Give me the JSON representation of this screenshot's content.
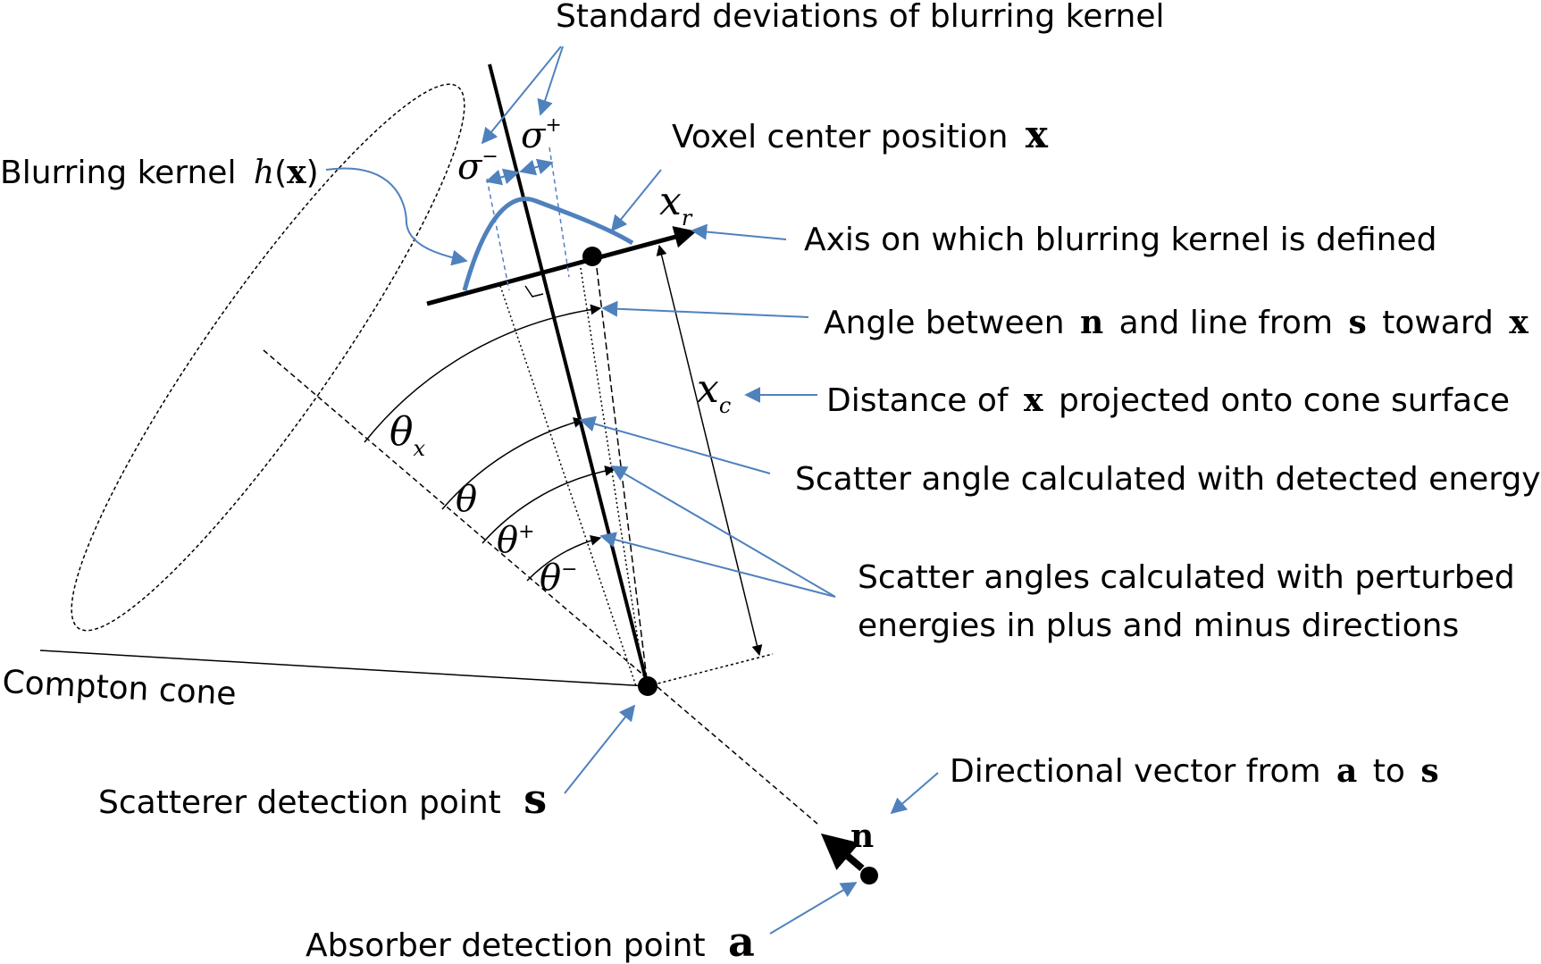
{
  "labels": {
    "std_dev": "Standard deviations of blurring kernel",
    "voxel_center": "Voxel center position",
    "voxel_center_sym": "x",
    "blurring_kernel": "Blurring kernel",
    "blurring_kernel_fn": "h",
    "blurring_kernel_arg": "x",
    "axis_defined": "Axis on which blurring kernel is defined",
    "angle_between_1": "Angle between",
    "angle_between_n": "n",
    "angle_between_2": "and line from",
    "angle_between_s": "s",
    "angle_between_3": "toward",
    "angle_between_x": "x",
    "distance_1": "Distance of",
    "distance_x": "x",
    "distance_2": "projected onto cone surface",
    "scatter_detected": "Scatter angle calculated with detected energy",
    "scatter_perturbed_1": "Scatter angles calculated with perturbed",
    "scatter_perturbed_2": "energies in plus and minus directions",
    "compton_cone": "Compton cone",
    "scatterer_point": "Scatterer detection point",
    "scatterer_sym": "s",
    "directional_1": "Directional vector from",
    "directional_a": "a",
    "directional_2": "to",
    "directional_s": "s",
    "absorber_point": "Absorber detection point",
    "absorber_sym": "a"
  },
  "symbols": {
    "sigma": "σ",
    "minus": "−",
    "plus": "+",
    "theta": "θ",
    "x": "x",
    "sub_x": "x",
    "sub_r": "r",
    "sub_c": "c",
    "n": "n"
  },
  "colors": {
    "annotation": "#4f81bd",
    "lines": "#000000"
  }
}
